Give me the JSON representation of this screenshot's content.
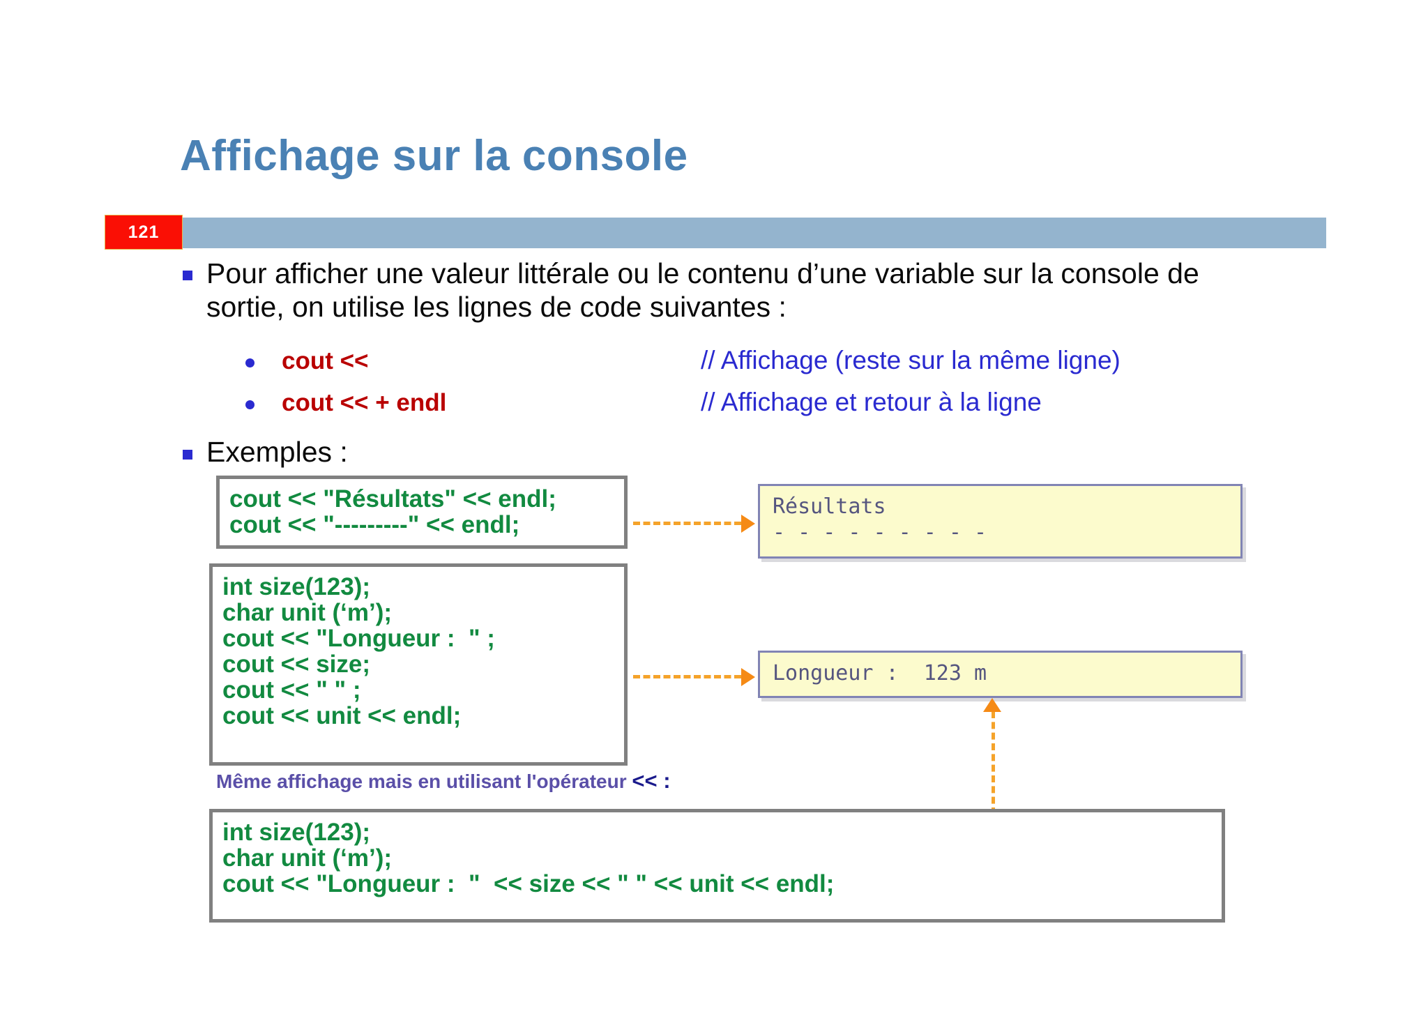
{
  "slide": {
    "title": "Affichage sur la console",
    "page_number": "121",
    "accent_blue": "#4a81b4",
    "header_bar_color": "#94b4ce",
    "badge_color": "#fa0f05"
  },
  "body": {
    "intro_paragraph": "Pour afficher une valeur littérale ou le contenu d’une variable sur la console de sortie, on utilise les lignes de code suivantes :",
    "syntax_items": [
      {
        "code": "cout <<",
        "comment": "// Affichage (reste sur la même ligne)"
      },
      {
        "code": "cout << + endl",
        "comment": "// Affichage et retour à la ligne"
      }
    ],
    "examples_label": "Exemples :",
    "operator_caption_text": "Même affichage mais en utilisant l'opérateur",
    "operator_caption_symbol": "<< :"
  },
  "code_blocks": [
    {
      "name": "example-1",
      "lines": [
        "cout << \"Résultats\" << endl;",
        "cout << \"---------\" << endl;"
      ]
    },
    {
      "name": "example-2",
      "lines": [
        "int size(123);",
        "char unit (‘m’);",
        "cout << \"Longueur :  \" ;",
        "cout << size;",
        "cout << \" \" ;",
        "cout << unit << endl;"
      ]
    },
    {
      "name": "example-3",
      "lines": [
        "int size(123);",
        "char unit (‘m’);",
        "cout << \"Longueur :  \"  << size << \" \" << unit << endl;"
      ]
    }
  ],
  "console_outputs": [
    {
      "name": "output-1",
      "lines": [
        "Résultats",
        "- - - - - - - - -"
      ]
    },
    {
      "name": "output-2",
      "lines": [
        "Longueur :  123 m"
      ]
    }
  ],
  "colors": {
    "code_green": "#128a40",
    "code_red": "#b90000",
    "comment_blue": "#2a2ad0",
    "console_bg": "#fcfbcd",
    "console_border": "#8184b4",
    "console_text": "#55557f",
    "arrow_orange": "#f5a32a"
  }
}
